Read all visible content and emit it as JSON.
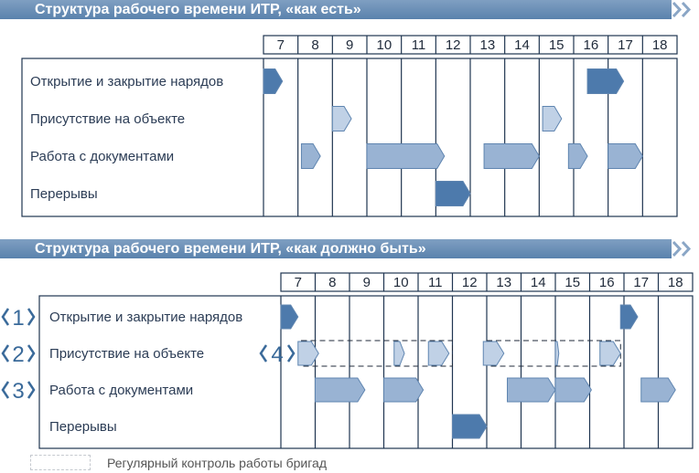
{
  "colors": {
    "dark": "#4d7aac",
    "light": "#99b3d3",
    "pale": "#c0d1e6",
    "grid": "#1f3550"
  },
  "as_is": {
    "title": "Структура  рабочего времени ИТР, «как есть»",
    "hours": [
      "7",
      "8",
      "9",
      "10",
      "11",
      "12",
      "13",
      "14",
      "15",
      "16",
      "17",
      "18"
    ],
    "rows": [
      "Открытие и закрытие нарядов",
      "Присутствие на объекте",
      "Работа с документами",
      "Перерывы"
    ],
    "bars": [
      {
        "row": 0,
        "start": 7.0,
        "end": 7.55,
        "tone": "dark"
      },
      {
        "row": 0,
        "start": 16.4,
        "end": 17.45,
        "tone": "dark"
      },
      {
        "row": 1,
        "start": 9.0,
        "end": 9.55,
        "tone": "pale"
      },
      {
        "row": 1,
        "start": 15.1,
        "end": 15.65,
        "tone": "pale"
      },
      {
        "row": 2,
        "start": 8.1,
        "end": 8.65,
        "tone": "light"
      },
      {
        "row": 2,
        "start": 10.0,
        "end": 12.25,
        "tone": "light"
      },
      {
        "row": 2,
        "start": 13.4,
        "end": 15.0,
        "tone": "light"
      },
      {
        "row": 2,
        "start": 15.85,
        "end": 16.4,
        "tone": "light"
      },
      {
        "row": 2,
        "start": 17.0,
        "end": 18.0,
        "tone": "light"
      },
      {
        "row": 3,
        "start": 12.0,
        "end": 13.0,
        "tone": "dark"
      }
    ]
  },
  "to_be": {
    "title": "Структура  рабочего времени ИТР, «как должно быть»",
    "hours": [
      "7",
      "8",
      "9",
      "10",
      "11",
      "12",
      "13",
      "14",
      "15",
      "16",
      "17",
      "18"
    ],
    "rows": [
      "Открытие и закрытие нарядов",
      "Присутствие на объекте",
      "Работа с документами",
      "Перерывы"
    ],
    "markers": [
      "1",
      "2",
      "3"
    ],
    "marker4": "4",
    "bars": [
      {
        "row": 0,
        "start": 7.0,
        "end": 7.5,
        "tone": "dark"
      },
      {
        "row": 0,
        "start": 16.9,
        "end": 17.4,
        "tone": "dark"
      },
      {
        "row": 1,
        "start": 7.5,
        "end": 8.1,
        "tone": "pale"
      },
      {
        "row": 1,
        "start": 10.3,
        "end": 10.6,
        "tone": "pale"
      },
      {
        "row": 1,
        "start": 11.3,
        "end": 11.9,
        "tone": "pale"
      },
      {
        "row": 1,
        "start": 12.9,
        "end": 13.5,
        "tone": "pale"
      },
      {
        "row": 1,
        "start": 15.0,
        "end": 15.1,
        "tone": "pale"
      },
      {
        "row": 1,
        "start": 16.3,
        "end": 16.9,
        "tone": "pale"
      },
      {
        "row": 2,
        "start": 8.0,
        "end": 9.45,
        "tone": "light"
      },
      {
        "row": 2,
        "start": 10.0,
        "end": 11.15,
        "tone": "light"
      },
      {
        "row": 2,
        "start": 13.6,
        "end": 15.0,
        "tone": "light"
      },
      {
        "row": 2,
        "start": 15.0,
        "end": 16.05,
        "tone": "light"
      },
      {
        "row": 2,
        "start": 17.5,
        "end": 18.5,
        "tone": "light"
      },
      {
        "row": 3,
        "start": 12.0,
        "end": 13.0,
        "tone": "dark"
      }
    ],
    "dashed": [
      {
        "row": 1,
        "start": 7.6,
        "end": 12.0
      },
      {
        "row": 1,
        "start": 13.0,
        "end": 16.9
      }
    ]
  },
  "legend": {
    "label": "Регулярный контроль работы бригад"
  }
}
